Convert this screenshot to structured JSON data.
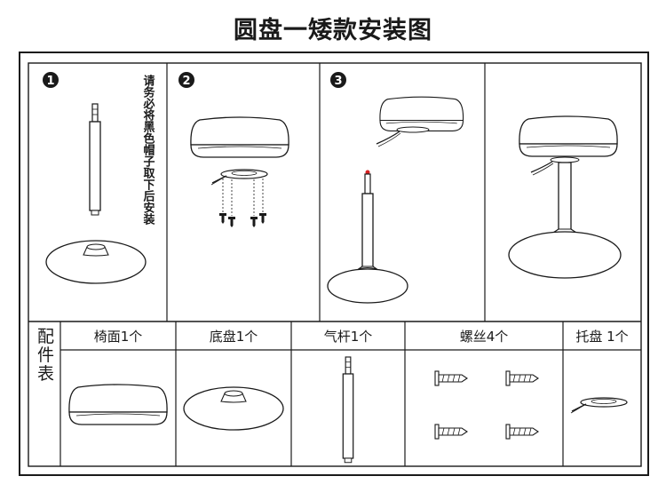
{
  "title": "圆盘一矮款安装图",
  "steps": [
    {
      "number": "1",
      "note": "请务必将黑色帽子取下后安装"
    },
    {
      "number": "2"
    },
    {
      "number": "3"
    }
  ],
  "accessories": {
    "side_label": "配件表",
    "items": [
      {
        "label": "椅面1个",
        "icon": "seat-icon"
      },
      {
        "label": "底盘1个",
        "icon": "base-plate-icon"
      },
      {
        "label": "气杆1个",
        "icon": "gas-lift-icon"
      },
      {
        "label": "螺丝4个",
        "icon": "screw-icon"
      },
      {
        "label": "托盘 1个",
        "icon": "mount-tray-icon"
      }
    ]
  },
  "colors": {
    "line": "#1a1a1a",
    "accent": "#d62020"
  }
}
